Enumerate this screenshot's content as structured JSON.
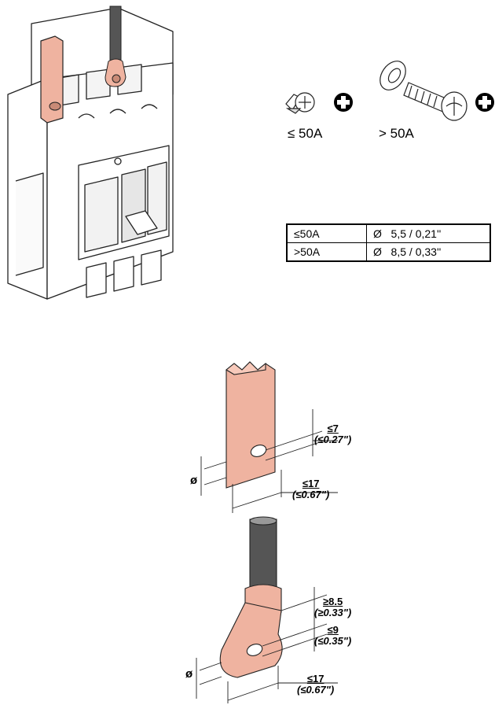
{
  "screws": {
    "small_label": "≤ 50A",
    "large_label": "> 50A",
    "drive_icon": "phillips-cross-icon"
  },
  "spec_table": {
    "rows": [
      {
        "current": "≤50A",
        "diameter": "Ø   5,5 / 0,21''"
      },
      {
        "current": ">50A",
        "diameter": "Ø   8,5 / 0,33''"
      }
    ]
  },
  "busbar": {
    "dia_symbol": "ø",
    "edge_dist": "≤7",
    "edge_dist_in": "(≤0.27\")",
    "width": "≤17",
    "width_in": "(≤0.67\")"
  },
  "cable_lug": {
    "dia_symbol": "ø",
    "barrel_dist": "≥8.5",
    "barrel_dist_in": "(≥0.33\")",
    "edge_dist": "≤9",
    "edge_dist_in": "(≤0.35\")",
    "width": "≤17",
    "width_in": "(≤0.67\")"
  },
  "colors": {
    "copper": "#efb3a0",
    "copper_dark": "#c98a76",
    "cable": "#555555",
    "outline": "#222222"
  }
}
